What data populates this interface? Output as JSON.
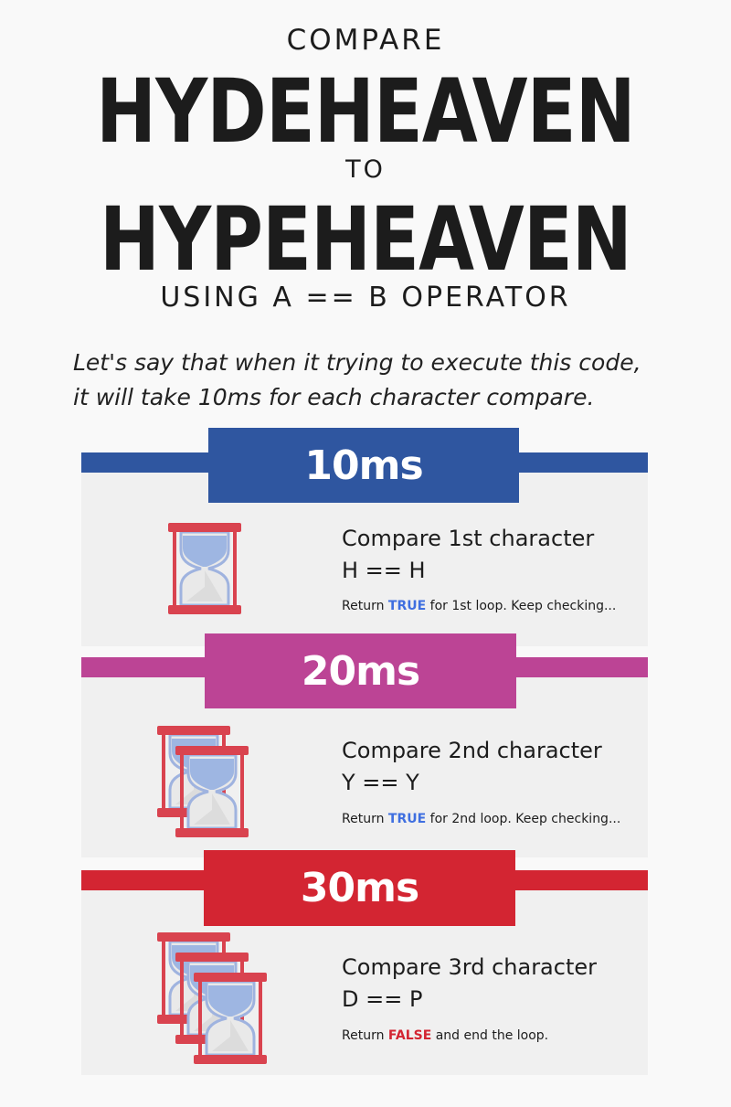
{
  "header": {
    "compare": "COMPARE",
    "word_a": "HYDEHEAVEN",
    "to": "TO",
    "word_b": "HYPEHEAVEN",
    "operator": "USING A == B OPERATOR"
  },
  "intro_line1": "Let's say that when it trying to execute this code,",
  "intro_line2": "it will take 10ms for each character compare.",
  "steps": [
    {
      "time": "10ms",
      "title": "Compare 1st character",
      "expr": "H == H",
      "note_pre": "Return ",
      "note_hl": "TRUE",
      "note_post": " for 1st loop. Keep checking...",
      "hourglasses": 1
    },
    {
      "time": "20ms",
      "title": "Compare 2nd character",
      "expr": "Y == Y",
      "note_pre": "Return ",
      "note_hl": "TRUE",
      "note_post": " for 2nd loop. Keep checking...",
      "hourglasses": 2
    },
    {
      "time": "30ms",
      "title": "Compare 3rd character",
      "expr": "D == P",
      "note_pre": "Return ",
      "note_hl": "FALSE",
      "note_post": " and end the loop.",
      "hourglasses": 3
    }
  ],
  "colors": {
    "step1": "#2f56a0",
    "step2": "#bc4495",
    "step3": "#d32532",
    "true": "#3f6fe0",
    "false": "#d32532",
    "hourglass_frame": "#d9434f",
    "hourglass_sand": "#9eb6e2"
  },
  "icons": [
    "hourglass-icon"
  ]
}
